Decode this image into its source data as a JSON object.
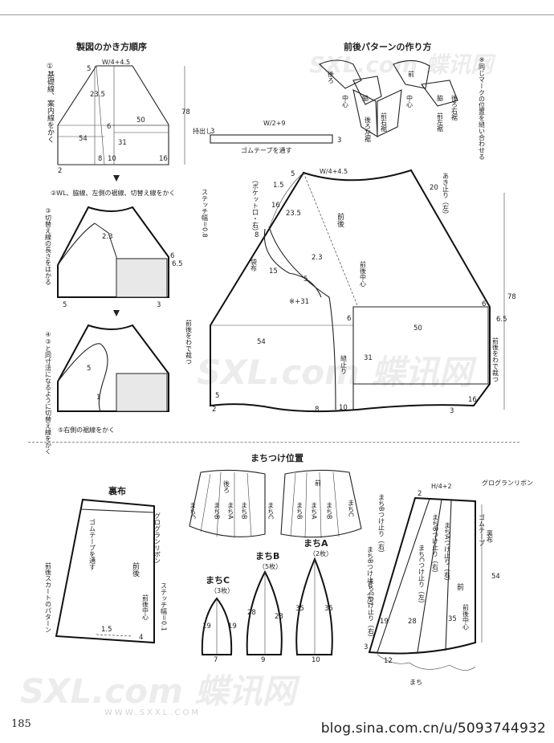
{
  "sections": {
    "draft_order_title": "製図のかき方順序",
    "pattern_make_title": "前後パターンの作り方",
    "gusset_pos_title": "まちつけ位置",
    "lining_title": "裏布"
  },
  "steps": {
    "s1": "①基礎線、案内線をかく",
    "s2": "②WL、脇線、左側の裾線、切替え線をかく",
    "s3": "③切替え線の長さをはかる",
    "s4": "④③と同寸法になるように切替え線をかく",
    "s5": "⑤右側の裾線をかく"
  },
  "labels": {
    "mochidashi": "持出し",
    "rubber_through": "ゴムテープを通す",
    "stitch_width": "ステッチ幅＝0.8",
    "pocket_mouth": "（ポケット口・右）",
    "front_back": "前後",
    "fb_center": "前後中心",
    "opening_stop": "あき止り（左）",
    "pocket_bag": "袋布",
    "cut_wa_left": "前後をわで裁つ",
    "cut_wa_right": "前後をわで裁つ",
    "side_stop": "縫止り",
    "sew_note": "※同じマークの位置を縫い合わせる",
    "side": "脇",
    "front_right_hem": "前右裾",
    "back_left_hem": "後ろ左裾",
    "front_left_hem": "前左裾",
    "back_right_hem": "後ろ右裾",
    "back": "後ろ",
    "front": "前",
    "center": "中心",
    "ushiro": "後ろ",
    "mae": "前",
    "machiC": "まちC",
    "machiB": "まちB",
    "machiA": "まちA",
    "qtyC": "（3枚）",
    "qtyB": "（5枚）",
    "qtyA": "（2枚）",
    "grosgrain": "グログランリボン",
    "lining_rubber": "ゴムテープを通す",
    "lining_pattern": "前後スカートのパターン",
    "stitch_01": "ステッチ幅＝0.1",
    "rubber_tape": "ゴムテープ",
    "lining_cloth": "裏布",
    "machiA_stop": "まちAつけ止り（右）",
    "machiB_stop_r": "まちBつけ止り（右）",
    "machiB_stop_l": "まちBつけ止り（左）",
    "machiC_stop_r": "まちCつけ止り（右）",
    "machiC_stop_l": "まちCつけ止り（左）",
    "machi": "まち"
  },
  "measures": {
    "w4_45": "W/4+4.5",
    "w2_9": "W/2+9",
    "h4_2": "H/4+2",
    "n5": "5",
    "n23_5": "23.5",
    "n78": "78",
    "n50": "50",
    "n54": "54",
    "n6": "6",
    "n31": "31",
    "n2": "2",
    "n8": "8",
    "n10": "10",
    "n16": "16",
    "n3": "3",
    "n2_3": "2.3",
    "n6_5": "6.5",
    "n1_5": "1.5",
    "n20": "20",
    "n15": "15",
    "x31": "※+31",
    "n1": "1",
    "n4": "4",
    "n12": "12",
    "n19": "19",
    "n28": "28",
    "n35": "35",
    "n7": "7",
    "n9": "9"
  },
  "footer": {
    "page_number": "185",
    "blog_url": "blog.sina.com.cn/u/5093744932",
    "watermark": "SXL.com 蝶讯网",
    "watermark_sub": "WWW.SXXL.COM"
  }
}
